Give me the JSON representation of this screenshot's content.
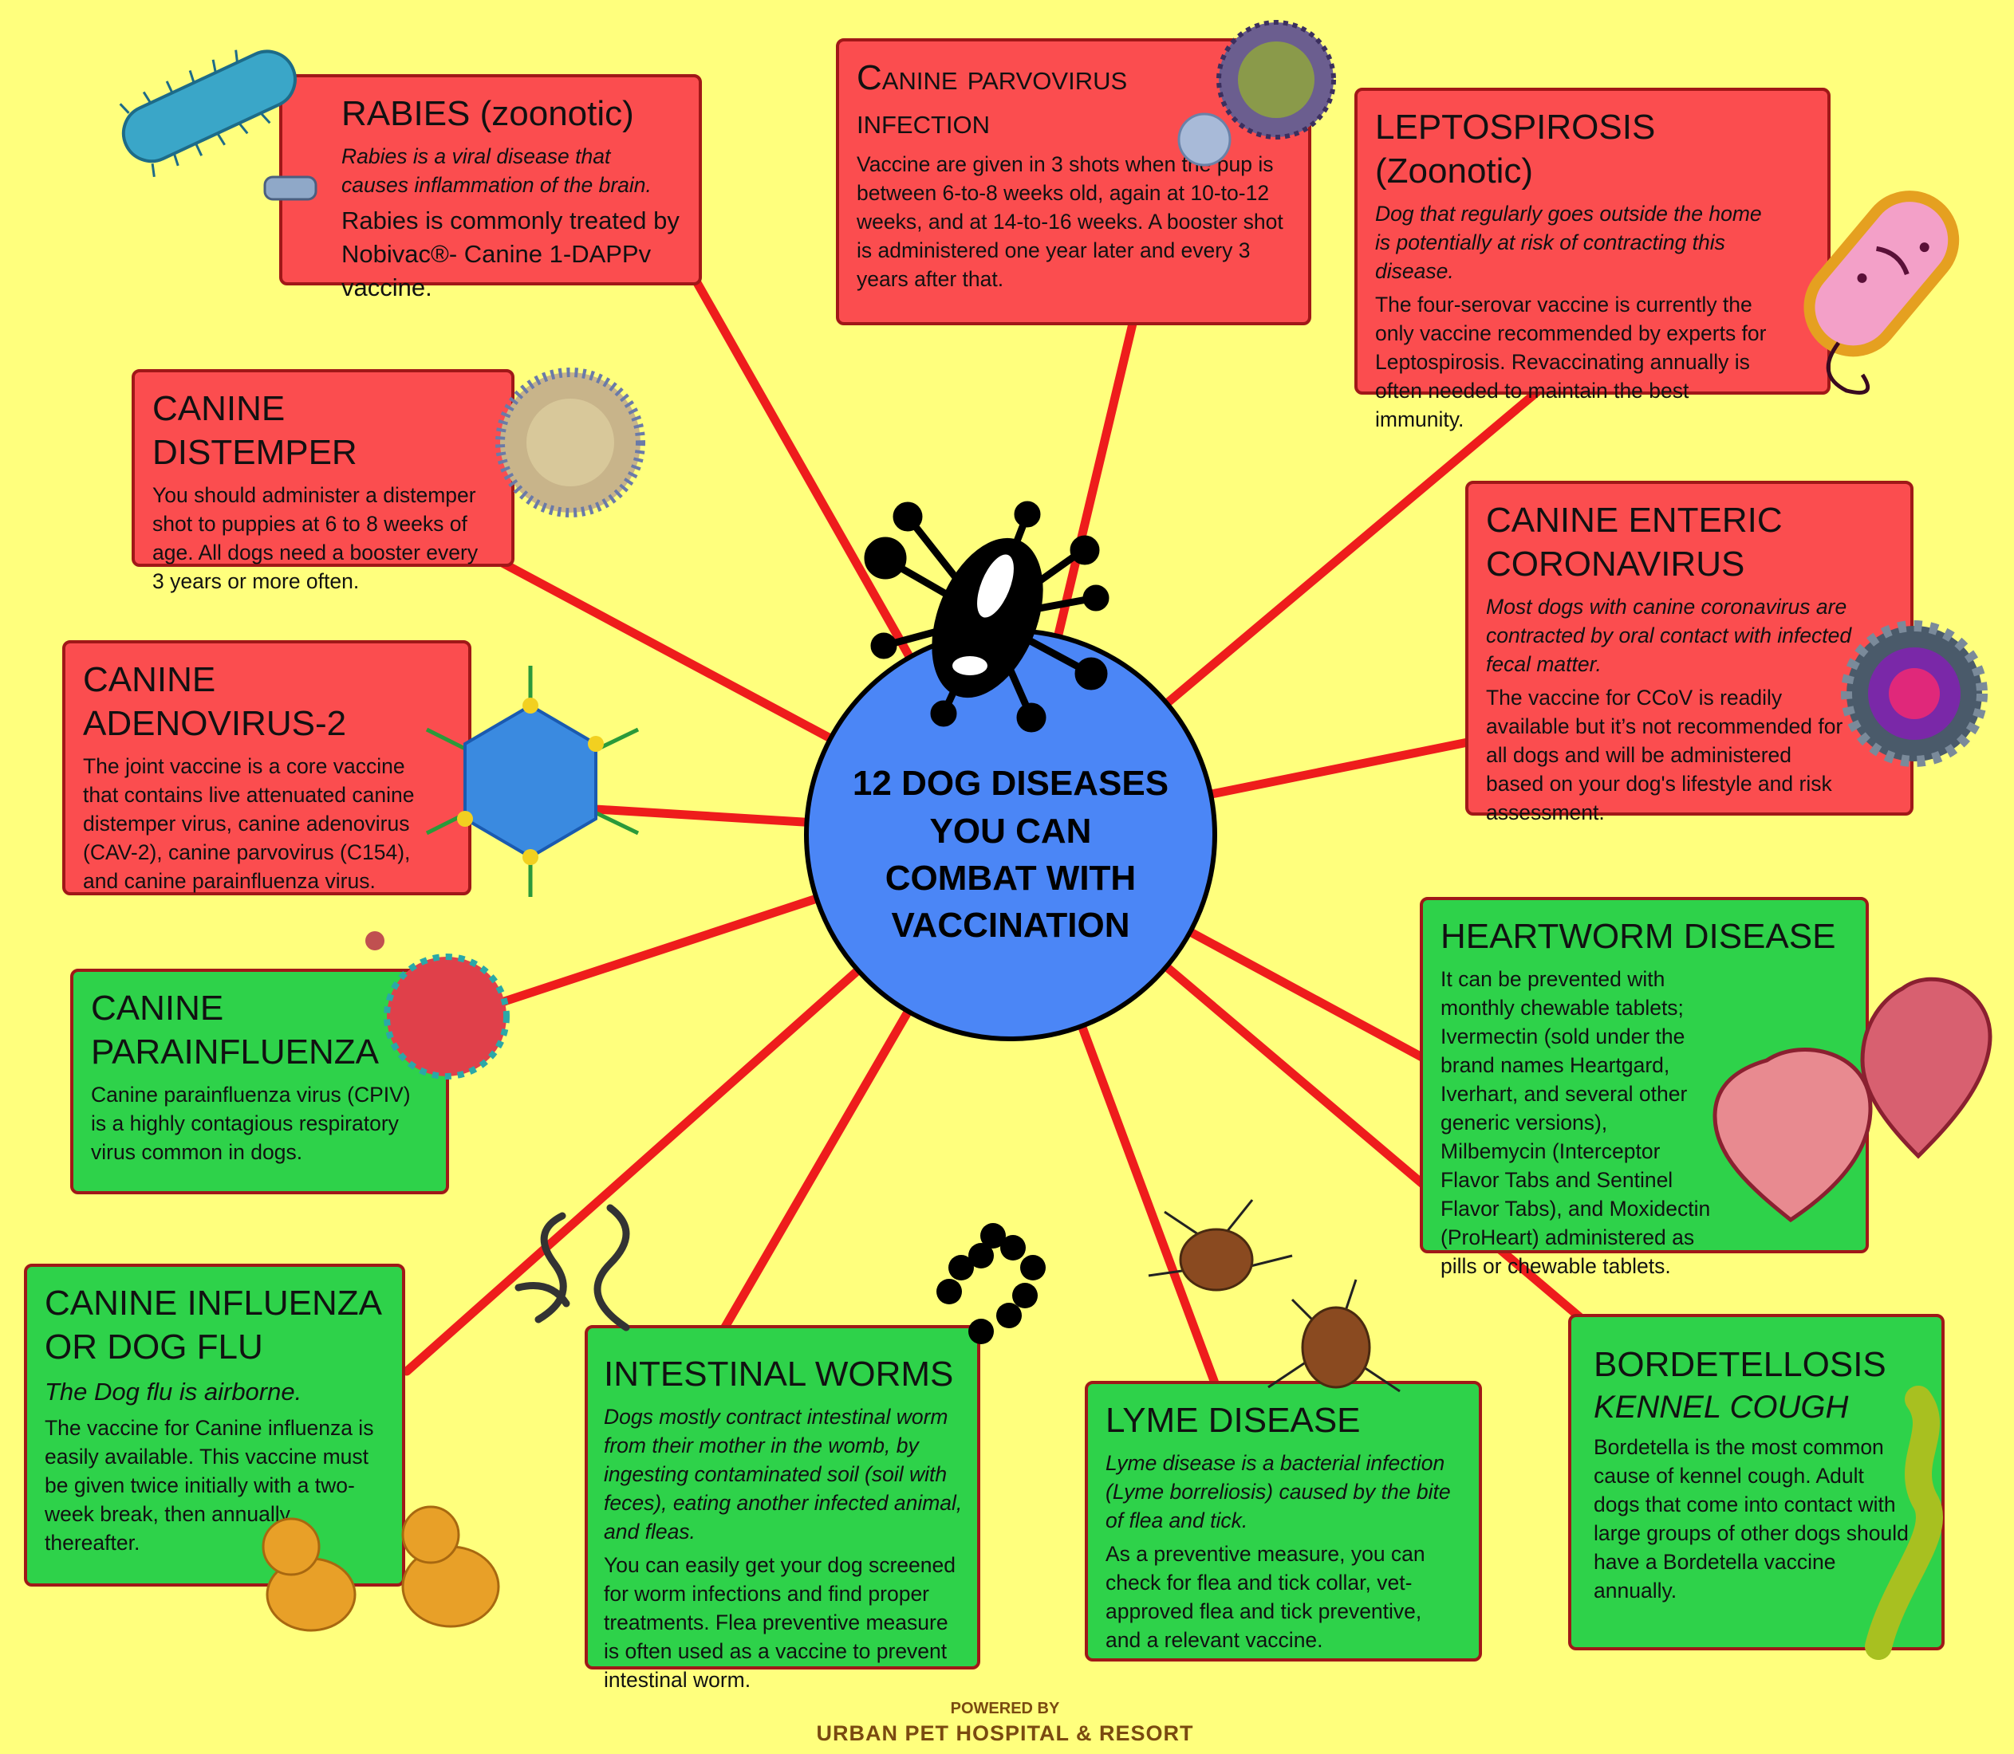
{
  "hub": {
    "title": "12 DOG DISEASES YOU CAN COMBAT WITH VACCINATION"
  },
  "cards": {
    "rabies": {
      "title": "RABIES (zoonotic)",
      "desc_italic": "Rabies is a viral disease that causes inflammation of the brain.",
      "desc": "Rabies is commonly treated by Nobivac®- Canine 1-DAPPv vaccine."
    },
    "parvo": {
      "title": "Canine parvovirus infection",
      "desc": "Vaccine are given in 3 shots when the pup is between 6-to-8 weeks old, again at 10-to-12 weeks, and at 14-to-16 weeks. A booster shot is administered one year later and every 3 years after that."
    },
    "lepto": {
      "title": "LEPTOSPIROSIS (Zoonotic)",
      "desc_italic": "Dog that regularly goes outside the home is potentially at risk of contracting this disease.",
      "desc": "The four-serovar vaccine is currently the only vaccine recommended by experts for Leptospirosis. Revaccinating annually is often needed to maintain the best immunity."
    },
    "distemper": {
      "title": "CANINE DISTEMPER",
      "desc": "You should administer a distemper shot to puppies at 6 to 8 weeks of age.  All dogs need a booster every 3 years or more often."
    },
    "corona": {
      "title": "CANINE ENTERIC CORONAVIRUS",
      "desc_italic": "Most dogs with canine coronavirus are contracted by oral contact with infected fecal matter.",
      "desc": "The vaccine for CCoV is readily available but it’s not recommended for all dogs and will be administered based on your dog's lifestyle and risk assessment."
    },
    "adeno": {
      "title": "CANINE ADENOVIRUS-2",
      "desc": "The joint vaccine is a core vaccine that contains live attenuated canine distemper virus, canine adenovirus (CAV-2), canine parvovirus (C154), and canine parainfluenza virus."
    },
    "parainf": {
      "title": "CANINE PARAINFLUENZA",
      "desc": "Canine parainfluenza virus (CPIV) is a highly contagious respiratory virus common in dogs."
    },
    "heartworm": {
      "title": "HEARTWORM DISEASE",
      "desc": "It can be prevented with monthly chewable tablets; Ivermectin (sold under the brand names Heartgard, Iverhart, and several other generic versions), Milbemycin (Interceptor Flavor Tabs and Sentinel Flavor Tabs), and Moxidectin (ProHeart) administered as pills or chewable tablets."
    },
    "influenza": {
      "title": "CANINE INFLUENZA OR DOG FLU",
      "desc_italic": "The Dog flu is airborne.",
      "desc": "The vaccine for Canine influenza is easily available. This vaccine must be given twice initially with a two-week break, then annually thereafter."
    },
    "worms": {
      "title": "INTESTINAL WORMS",
      "desc_italic": "Dogs mostly contract intestinal worm from their mother in the womb, by ingesting contaminated soil (soil with feces), eating another infected animal, and fleas.",
      "desc": "You can easily get your dog screened for worm infections and find proper treatments. Flea preventive measure is often used as a vaccine to prevent intestinal worm."
    },
    "lyme": {
      "title": "LYME DISEASE",
      "desc_italic": "Lyme disease is a bacterial infection (Lyme borreliosis) caused by the bite of flea and tick.",
      "desc": "As a preventive measure, you can check for flea and tick collar, vet-approved flea and tick preventive, and a relevant vaccine."
    },
    "bordetella": {
      "title": "BORDETELLOSIS",
      "subtitle": "KENNEL COUGH",
      "desc": "Bordetella is the most common cause of  kennel cough. Adult dogs that come into contact with large groups of other dogs should have a Bordetella vaccine annually."
    }
  },
  "footer": {
    "powered": "POWERED BY",
    "brand": "URBAN PET HOSPITAL & RESORT"
  },
  "colors": {
    "background": "#ffff7d",
    "red_card": "#fb4d4f",
    "green_card": "#2ed24a",
    "hub": "#4b86f6",
    "spoke": "#ee1c1c"
  }
}
